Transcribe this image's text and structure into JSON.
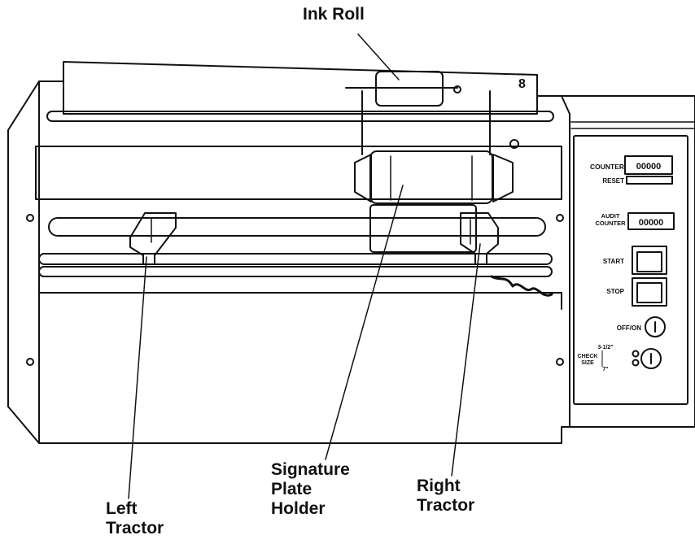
{
  "labels": {
    "ink_roll": "Ink Roll",
    "signature_plate_holder": [
      "Signature",
      "Plate",
      "Holder"
    ],
    "right_tractor": [
      "Right",
      "Tractor"
    ],
    "left_tractor": [
      "Left",
      "Tractor"
    ]
  },
  "panel": {
    "counter_label": "COUNTER",
    "counter_value": "00000",
    "reset_label": "RESET",
    "audit_counter_label": [
      "AUDIT",
      "COUNTER"
    ],
    "audit_counter_value": "00000",
    "start_label": "START",
    "stop_label": "STOP",
    "off_on_label": "OFF/ON",
    "check_size_label": [
      "CHECK",
      "SIZE"
    ],
    "size_top": "3-1/2\"",
    "size_bottom": "7\""
  },
  "ink_roll_mark": "8"
}
